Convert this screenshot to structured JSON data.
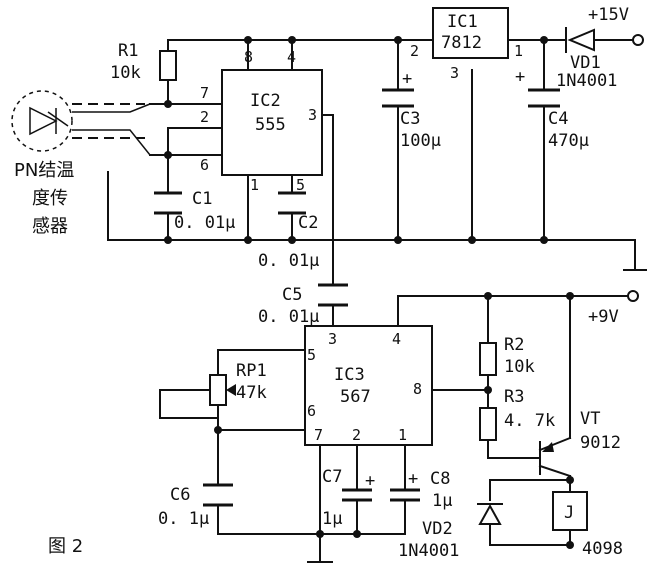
{
  "figure": {
    "caption": "图 2"
  },
  "sensor": {
    "label_line1": "PN结温",
    "label_line2": "度传",
    "label_line3": "感器"
  },
  "power": {
    "v15": "+15V",
    "v9": "+9V"
  },
  "ic1": {
    "name": "IC1",
    "part": "7812",
    "pin_in": "2",
    "pin_out": "1",
    "pin_gnd": "3"
  },
  "ic2": {
    "name": "IC2",
    "part": "555",
    "pin8": "8",
    "pin4": "4",
    "pin7": "7",
    "pin2": "2",
    "pin6": "6",
    "pin3": "3",
    "pin1": "1",
    "pin5": "5"
  },
  "ic3": {
    "name": "IC3",
    "part": "567",
    "pin3": "3",
    "pin4": "4",
    "pin5": "5",
    "pin6": "6",
    "pin8": "8",
    "pin7": "7",
    "pin2": "2",
    "pin1": "1"
  },
  "r1": {
    "name": "R1",
    "value": "10k"
  },
  "r2": {
    "name": "R2",
    "value": "10k"
  },
  "r3": {
    "name": "R3",
    "value": "4. 7k"
  },
  "rp1": {
    "name": "RP1",
    "value": "47k"
  },
  "c1": {
    "name": "C1",
    "value": "0. 01μ"
  },
  "c2": {
    "name": "C2",
    "value": "0. 01μ"
  },
  "c3": {
    "name": "C3",
    "value": "100μ"
  },
  "c4": {
    "name": "C4",
    "value": "470μ"
  },
  "c5": {
    "name": "C5",
    "value": "0. 01μ"
  },
  "c6": {
    "name": "C6",
    "value": "0. 1μ"
  },
  "c7": {
    "name": "C7",
    "value": "1μ"
  },
  "c8": {
    "name": "C8",
    "value": "1μ"
  },
  "vd1": {
    "name": "VD1",
    "part": "1N4001"
  },
  "vd2": {
    "name": "VD2",
    "part": "1N4001"
  },
  "vt": {
    "name": "VT",
    "part": "9012"
  },
  "relay": {
    "name": "J",
    "part": "4098"
  },
  "polarity": {
    "plus": "+"
  }
}
